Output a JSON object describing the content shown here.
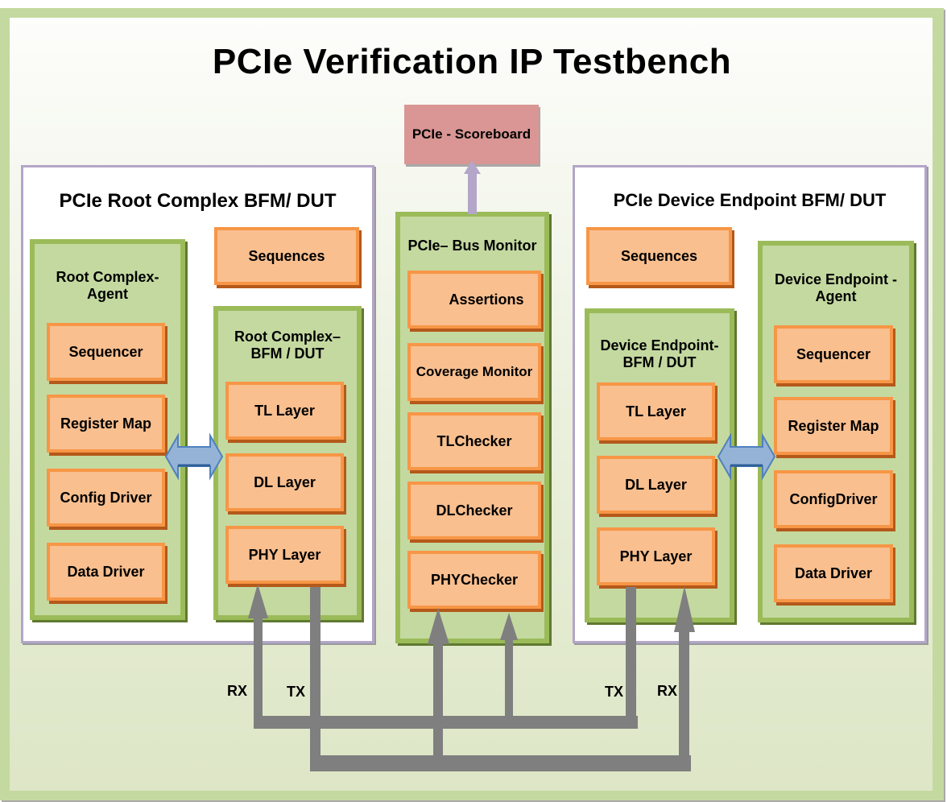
{
  "title": "PCIe Verification IP Testbench",
  "scoreboard": {
    "label": "PCIe - Scoreboard"
  },
  "root_complex": {
    "title": "PCIe Root Complex BFM/ DUT",
    "sequences": "Sequences",
    "agent": {
      "title_line1": "Root Complex-",
      "title_line2": "Agent",
      "items": [
        "Sequencer",
        "Register Map",
        "Config Driver",
        "Data Driver"
      ]
    },
    "bfm": {
      "title_line1": "Root Complex–",
      "title_line2": "BFM / DUT",
      "layers": [
        "TL Layer",
        "DL Layer",
        "PHY Layer"
      ]
    }
  },
  "bus_monitor": {
    "title": "PCIe– Bus Monitor",
    "items": [
      "Assertions",
      "Coverage Monitor",
      "TLChecker",
      "DLChecker",
      "PHYChecker"
    ]
  },
  "device_endpoint": {
    "title": "PCIe Device Endpoint BFM/ DUT",
    "sequences": "Sequences",
    "bfm": {
      "title_line1": "Device Endpoint-",
      "title_line2": "BFM / DUT",
      "layers": [
        "TL Layer",
        "DL Layer",
        "PHY Layer"
      ]
    },
    "agent": {
      "title_line1": "Device Endpoint -",
      "title_line2": "Agent",
      "items": [
        "Sequencer",
        "Register Map",
        "ConfigDriver",
        "Data Driver"
      ]
    }
  },
  "signals": {
    "left_rx": "RX",
    "left_tx": "TX",
    "right_tx": "TX",
    "right_rx": "RX"
  },
  "colors": {
    "frame_green": "#c4d9a0",
    "box_green_border": "#9bbb59",
    "box_orange_fill": "#f9bf8f",
    "box_orange_border": "#f79646",
    "scoreboard_fill": "#d99694",
    "panel_border": "#b3a6c9",
    "bus_gray": "#7f7f7f",
    "link_arrow_blue": "#95b3d7",
    "scoreboard_arrow": "#b3a6c9"
  }
}
